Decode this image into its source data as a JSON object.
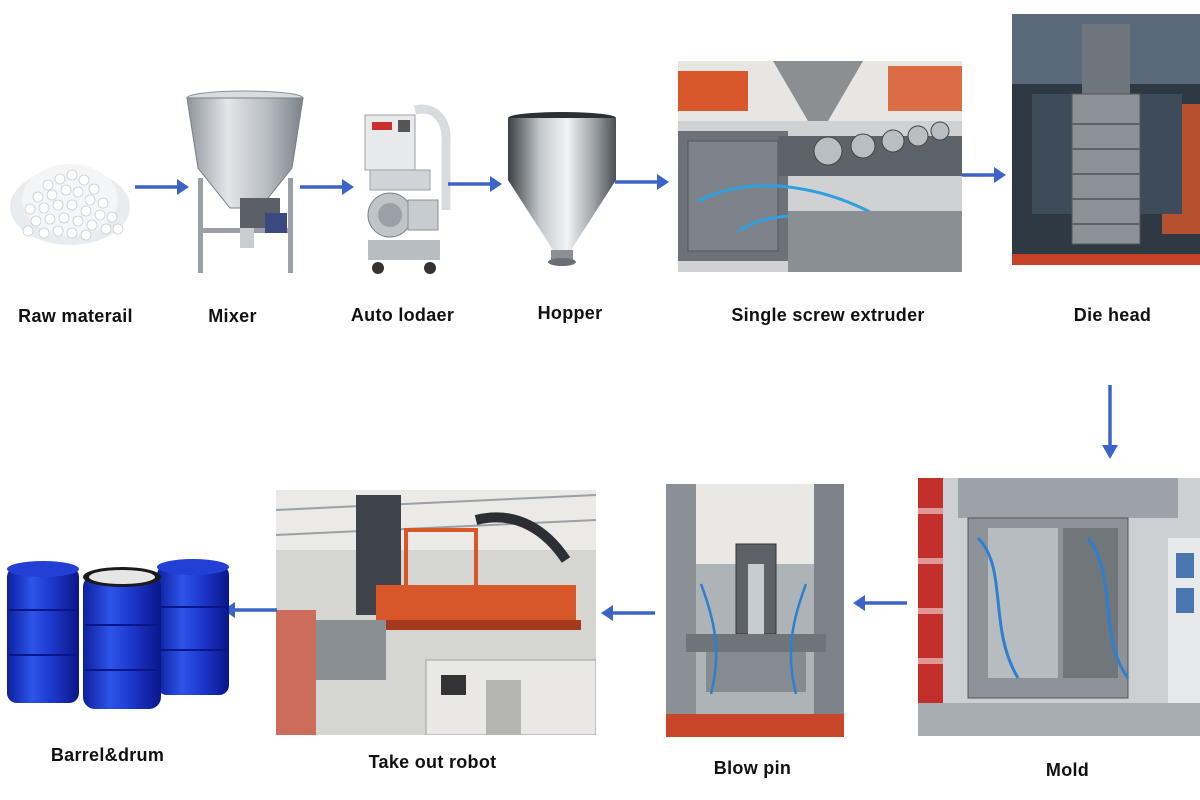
{
  "diagram": {
    "steps": [
      {
        "label": "Raw materail",
        "icon": "plastic-pellets-icon"
      },
      {
        "label": "Mixer",
        "icon": "mixer-icon"
      },
      {
        "label": "Auto lodaer",
        "icon": "auto-loader-icon"
      },
      {
        "label": "Hopper",
        "icon": "hopper-icon"
      },
      {
        "label": "Single screw extruder",
        "icon": "extruder-icon"
      },
      {
        "label": "Die head",
        "icon": "die-head-icon"
      },
      {
        "label": "Mold",
        "icon": "mold-icon"
      },
      {
        "label": "Blow pin",
        "icon": "blow-pin-icon"
      },
      {
        "label": "Take out robot",
        "icon": "take-out-robot-icon"
      },
      {
        "label": "Barrel&drum",
        "icon": "blue-barrels-icon"
      }
    ],
    "arrow_color": "#3b63c8"
  }
}
